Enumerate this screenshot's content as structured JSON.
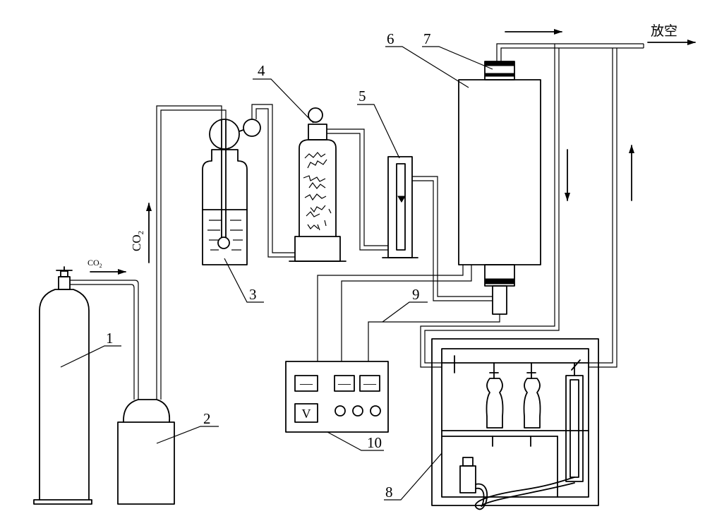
{
  "labels": {
    "n1": "1",
    "n2": "2",
    "n3": "3",
    "n4": "4",
    "n5": "5",
    "n6": "6",
    "n7": "7",
    "n8": "8",
    "n9": "9",
    "n10": "10"
  },
  "gas": {
    "co2_horizontal": "CO",
    "co2_horizontal_sub": "2",
    "co2_vertical": "CO",
    "co2_vertical_sub": "2",
    "vent": "放空"
  },
  "controller": {
    "voltmeter_symbol": "V",
    "meter_symbol": "—"
  }
}
